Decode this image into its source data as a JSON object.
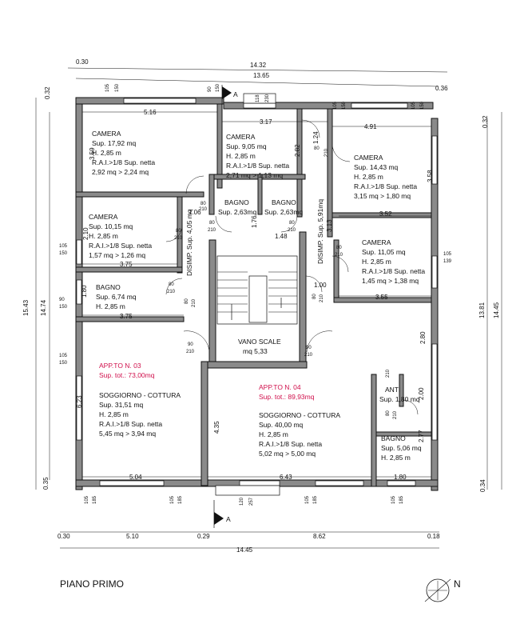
{
  "plan_title": "PIANO PRIMO",
  "north_label": "N",
  "section_label": "A",
  "rooms": [
    {
      "id": "camera-1",
      "lines": [
        "CAMERA",
        "Sup. 17,92 mq",
        "H. 2,85 m",
        "R.A.I.>1/8 Sup. netta",
        "2,92 mq > 2,24 mq"
      ]
    },
    {
      "id": "camera-2",
      "lines": [
        "CAMERA",
        "Sup. 9,05 mq",
        "H. 2,85 m",
        "R.A.I.>1/8 Sup. netta",
        "2,71 mq > 1,13 mq"
      ]
    },
    {
      "id": "camera-3",
      "lines": [
        "CAMERA",
        "Sup. 14,43 mq",
        "H. 2,85 m",
        "R.A.I.>1/8 Sup. netta",
        "3,15 mq > 1,80 mq"
      ]
    },
    {
      "id": "bagno-1",
      "lines": [
        "BAGNO",
        "Sup. 2,63mq"
      ]
    },
    {
      "id": "bagno-2",
      "lines": [
        "BAGNO",
        "Sup. 2,63mq"
      ]
    },
    {
      "id": "camera-4",
      "lines": [
        "CAMERA",
        "Sup. 10,15 mq",
        "H. 2,85 m",
        "R.A.I.>1/8 Sup. netta",
        "1,57 mq > 1,26 mq"
      ]
    },
    {
      "id": "camera-5",
      "lines": [
        "CAMERA",
        "Sup. 11,05 mq",
        "H. 2,85 m",
        "R.A.I.>1/8 Sup. netta",
        "1,45 mq > 1,38 mq"
      ]
    },
    {
      "id": "bagno-3",
      "lines": [
        "BAGNO",
        "Sup. 6,74 mq",
        "H. 2,85 m"
      ]
    },
    {
      "id": "vano-scale",
      "lines": [
        "VANO SCALE",
        "mq 5,33"
      ]
    },
    {
      "id": "soggiorno-1",
      "lines": [
        "SOGGIORNO - COTTURA",
        "Sup. 31,51 mq",
        "H. 2,85 m",
        "R.A.I.>1/8 Sup. netta",
        "5,45 mq > 3,94 mq"
      ]
    },
    {
      "id": "soggiorno-2",
      "lines": [
        "SOGGIORNO - COTTURA",
        "Sup. 40,00 mq",
        "H. 2,85 m",
        "R.A.I.>1/8 Sup. netta",
        "5,02 mq > 5,00 mq"
      ]
    },
    {
      "id": "anti",
      "lines": [
        "ANTI",
        "Sup. 1,80 mq"
      ]
    },
    {
      "id": "bagno-4",
      "lines": [
        "BAGNO",
        "Sup. 5,06 mq",
        "H. 2,85 m"
      ]
    }
  ],
  "disimpegni": [
    {
      "id": "disimp-1",
      "text": "DISIMP.  Sup. 4,05 mq"
    },
    {
      "id": "disimp-2",
      "text": "DISIMP.  Sup. 5,91mq"
    }
  ],
  "apartments": [
    {
      "id": "apt-03",
      "title": "APP.TO N. 03",
      "total": "Sup. tot.: 73,00mq"
    },
    {
      "id": "apt-04",
      "title": "APP.TO N. 04",
      "total": "Sup. tot.: 89,93mq"
    }
  ],
  "dims": {
    "top_total": "14.32",
    "top_inner": "13.65",
    "top_left": "0.30",
    "top_right": "0.36",
    "top_r1": "0.32",
    "top_r2": "0.32",
    "d516": "5.16",
    "d317": "3.17",
    "d491": "4.91",
    "d359": "3.59",
    "d358": "3.58",
    "d282": "2.82",
    "d124": "1.24",
    "d106": "1.06",
    "d176": "1.76",
    "d148": "1.48",
    "d352": "3.52",
    "d210v": "2.10",
    "d375a": "3.75",
    "d180": "1.80",
    "d375b": "3.75",
    "d313": "3.13",
    "d100": "1.00",
    "d355": "3.55",
    "d280": "2.80",
    "d200": "2.00",
    "d277": "2.77",
    "d623": "6.23",
    "d435": "4.35",
    "d504": "5.04",
    "d643": "6.43",
    "d180b": "1.80",
    "left_outer": "15.43",
    "left_inner": "14.74",
    "right_inner": "13.81",
    "right_outer": "14.45",
    "left_bottom": "0.35",
    "right_bottom": "0.34",
    "bot_l": "0.30",
    "bot_510": "5.10",
    "bot_029": "0.29",
    "bot_862": "8.62",
    "bot_r": "0.18",
    "bot_total": "14.45"
  },
  "small_labels": {
    "w105": "105",
    "w150": "150",
    "w185": "185",
    "w120": "120",
    "w257": "257",
    "w118": "118",
    "w230": "230",
    "w139": "139",
    "w90": "90",
    "d80": "80",
    "d210": "210",
    "d90": "90"
  }
}
